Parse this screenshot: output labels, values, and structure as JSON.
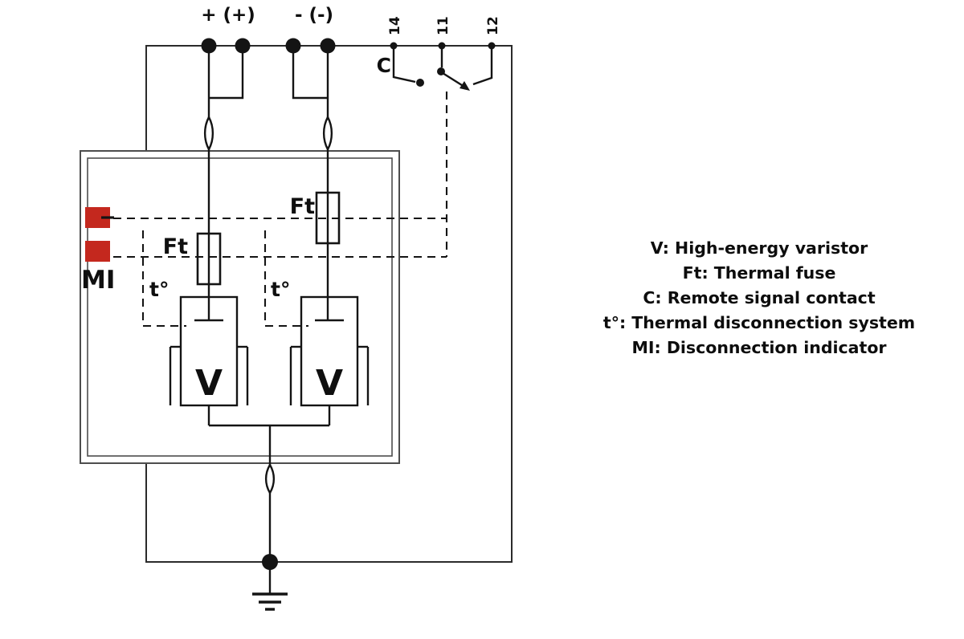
{
  "diagram": {
    "labels": {
      "plus": "+ (+)",
      "minus": "- (-)",
      "terminal_14": "14",
      "terminal_11": "11",
      "terminal_12": "12",
      "contact": "C",
      "fuse": "Ft",
      "thermal": "t°",
      "indicator": "MI",
      "varistor": "V"
    },
    "colors": {
      "line": "#141414",
      "indicator_red": "#c4281e"
    }
  },
  "legend": {
    "lines": [
      "V: High-energy varistor",
      "Ft: Thermal fuse",
      "C: Remote signal contact",
      "t°: Thermal disconnection system",
      "MI: Disconnection indicator"
    ]
  }
}
